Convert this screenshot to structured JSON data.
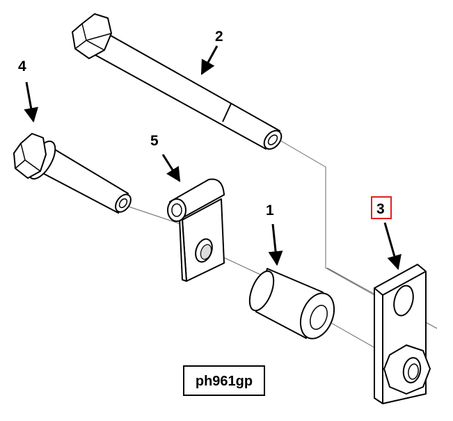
{
  "diagram": {
    "callouts": {
      "one": "1",
      "two": "2",
      "three": "3",
      "four": "4",
      "five": "5"
    },
    "highlighted_callout": "3",
    "highlight_color": "#e02020",
    "caption": "ph961gp"
  }
}
